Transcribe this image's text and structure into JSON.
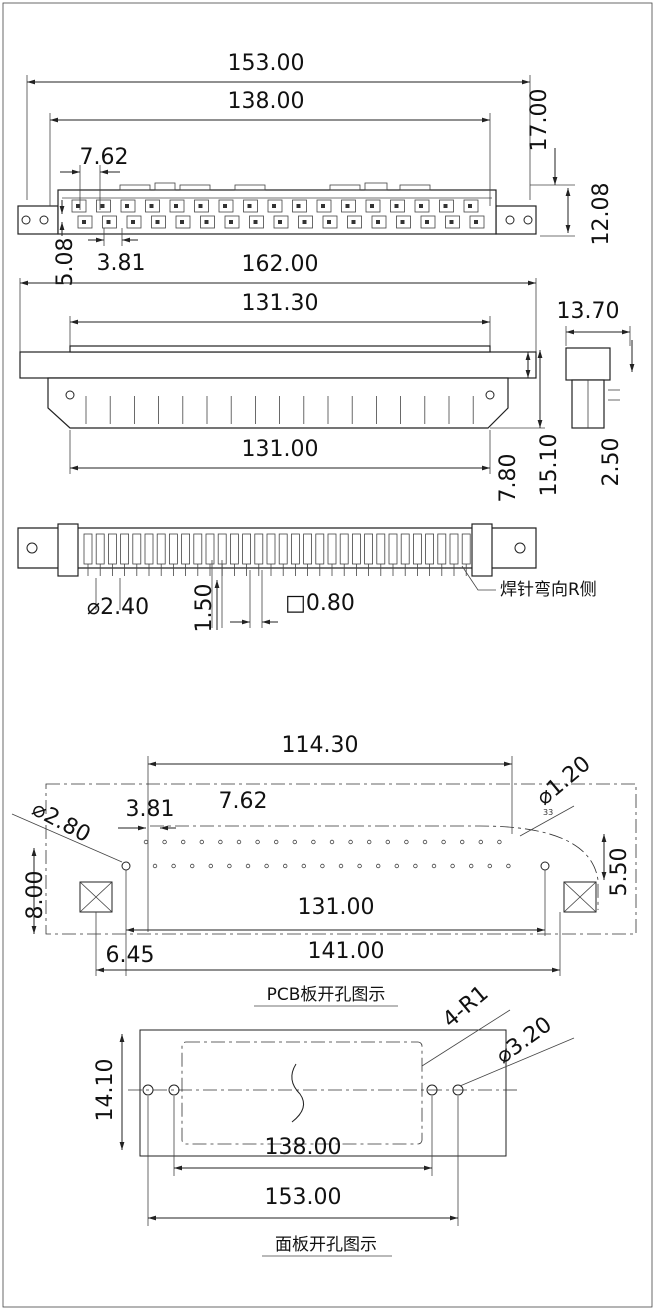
{
  "dimensions": {
    "d153_top": "153.00",
    "d138_top": "138.00",
    "d762_top": "7.62",
    "d17": "17.00",
    "d1208": "12.08",
    "d508": "5.08",
    "d381_top": "3.81",
    "d162": "162.00",
    "d13130": "131.30",
    "d1370": "13.70",
    "d13100_side": "131.00",
    "d780": "7.80",
    "d1510": "15.10",
    "d250": "2.50",
    "d240": "⌀2.40",
    "d150": "1.50",
    "d080": "□0.80",
    "d11430": "114.30",
    "d120": "⌀1.20",
    "d280": "⌀2.80",
    "d381_pcb": "3.81",
    "d762_pcb": "7.62",
    "d800": "8.00",
    "d550": "5.50",
    "d13100_pcb": "131.00",
    "d645": "6.45",
    "d14100": "141.00",
    "d4r1": "4-R1",
    "d320": "⌀3.20",
    "d1410": "14.10",
    "d13800_panel": "138.00",
    "d15300_panel": "153.00"
  },
  "labels": {
    "bend_side": "焊针弯向R侧",
    "pcb_caption": "PCB板开孔图示",
    "panel_caption": "面板开孔图示",
    "pin33": "33"
  }
}
